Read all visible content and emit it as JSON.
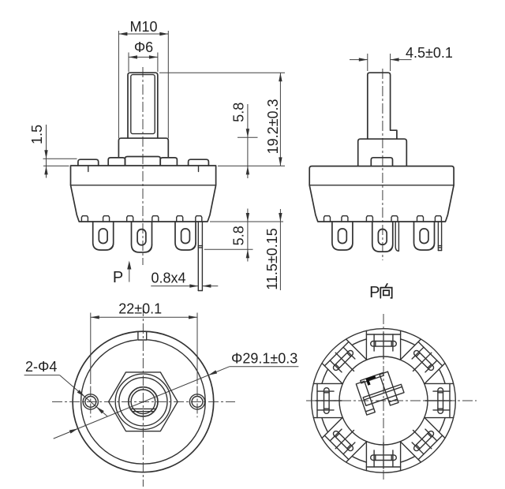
{
  "drawing": {
    "type": "engineering-drawing",
    "component": "rotary switch",
    "colors": {
      "line": "#2b2b2b",
      "dimension": "#3a3a3a",
      "background": "#ffffff",
      "text": "#1f1f1f"
    },
    "front_view": {
      "dim_thread": "M10",
      "dim_shaft_dia": "Φ6",
      "dim_lug_step": "1.5",
      "dim_bushing_exposed": "5.8",
      "dim_shaft_height": "19.2±0.3",
      "dim_terminal_length": "5.8",
      "dim_pin_length": "11.5±0.15",
      "dim_pin_section": "0.8x4",
      "view_arrow_label": "P"
    },
    "side_view": {
      "dim_shaft_flat": "4.5±0.1",
      "caption": "P向",
      "caption_latin_part": "P",
      "caption_cjk_part": "向"
    },
    "top_view": {
      "dim_hole_spacing": "22±0.1",
      "dim_mounting_holes": "2-Φ4",
      "dim_body_diameter": "Φ29.1±0.3"
    },
    "bottom_view": {
      "description": "terminal layout, 8 contact stations at 45 degrees with rotor"
    }
  }
}
